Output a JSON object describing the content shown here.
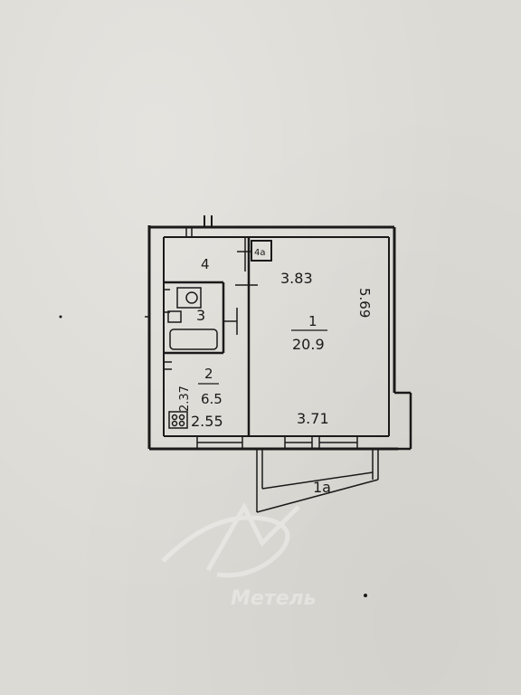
{
  "plan": {
    "ink_color": "#1a1a1a",
    "paper_color": "#dcdad4",
    "rooms": [
      {
        "number": "1",
        "area": "20.9"
      },
      {
        "number": "2",
        "area": "6.5"
      },
      {
        "number": "3",
        "area": ""
      },
      {
        "number": "4",
        "area": ""
      }
    ],
    "dimensions": {
      "room1_top_width": "3.83",
      "room1_right_length": "5.69",
      "room1_bottom_width": "3.71",
      "kitchen_width": "2.55",
      "kitchen_length": "2.37"
    },
    "closet_label": "4a",
    "balcony_label": "1a",
    "watermark": "Метель"
  }
}
